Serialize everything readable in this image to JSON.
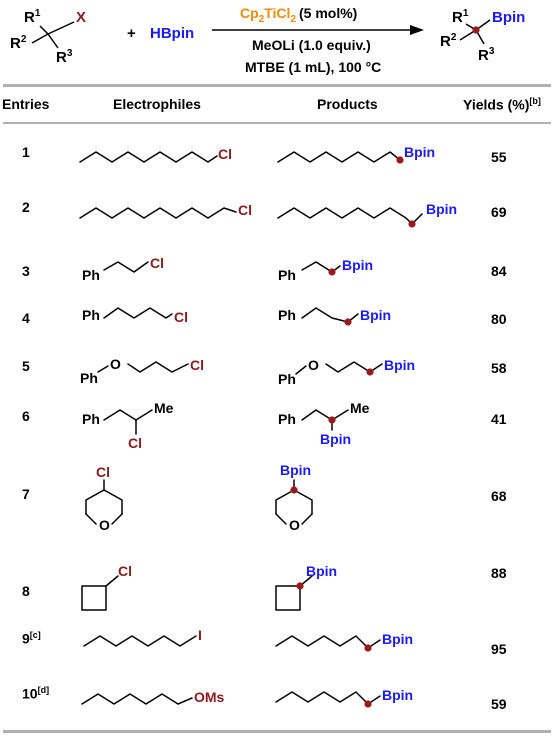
{
  "scheme": {
    "reactant1": {
      "r1": "R",
      "r1_sup": "1",
      "r2": "R",
      "r2_sup": "2",
      "r3": "R",
      "r3_sup": "3",
      "leaving_group": "X"
    },
    "plus": "+",
    "reagent": "HBpin",
    "catalyst_name": "Cp",
    "catalyst_sub1": "2",
    "catalyst_mid": "TiCl",
    "catalyst_sub2": "2",
    "catalyst_loading": "(5 mol%)",
    "base": "MeOLi (1.0 equiv.)",
    "conditions": "MTBE (1 mL), 100 °C",
    "product": {
      "r1": "R",
      "r1_sup": "1",
      "r2": "R",
      "r2_sup": "2",
      "r3": "R",
      "r3_sup": "3",
      "group": "Bpin"
    }
  },
  "table": {
    "headers": {
      "entries": "Entries",
      "electrophiles": "Electrophiles",
      "products": "Products",
      "yields": "Yields (%)",
      "yields_note": "[b]"
    },
    "rows": [
      {
        "entry": "1",
        "note": "",
        "yield": "55",
        "leaving_group": "Cl",
        "product_group": "Bpin"
      },
      {
        "entry": "2",
        "note": "",
        "yield": "69",
        "leaving_group": "Cl",
        "product_group": "Bpin"
      },
      {
        "entry": "3",
        "note": "",
        "yield": "84",
        "ph": "Ph",
        "leaving_group": "Cl",
        "product_group": "Bpin"
      },
      {
        "entry": "4",
        "note": "",
        "yield": "80",
        "ph": "Ph",
        "leaving_group": "Cl",
        "product_group": "Bpin"
      },
      {
        "entry": "5",
        "note": "",
        "yield": "58",
        "ph": "Ph",
        "oxygen": "O",
        "leaving_group": "Cl",
        "product_group": "Bpin"
      },
      {
        "entry": "6",
        "note": "",
        "yield": "41",
        "ph": "Ph",
        "methyl": "Me",
        "leaving_group": "Cl",
        "product_group": "Bpin"
      },
      {
        "entry": "7",
        "note": "",
        "yield": "68",
        "oxygen": "O",
        "leaving_group": "Cl",
        "product_group": "Bpin"
      },
      {
        "entry": "8",
        "note": "",
        "yield": "88",
        "leaving_group": "Cl",
        "product_group": "Bpin"
      },
      {
        "entry": "9",
        "note": "[c]",
        "yield": "95",
        "leaving_group": "I",
        "product_group": "Bpin"
      },
      {
        "entry": "10",
        "note": "[d]",
        "yield": "59",
        "leaving_group": "OMs",
        "product_group": "Bpin"
      }
    ]
  },
  "colors": {
    "leaving_group": "#8b1a1a",
    "boron": "#1a1aff",
    "catalyst": "#f28c00",
    "dot": "#9b1b1b",
    "rule": "#b0b0b0"
  }
}
